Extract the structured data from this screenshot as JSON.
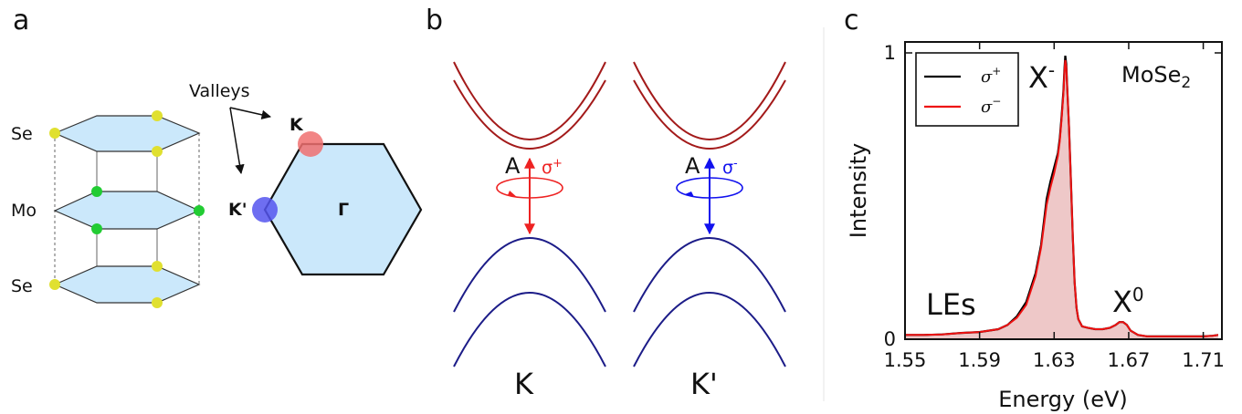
{
  "panels": {
    "a": {
      "label": "a",
      "atoms": [
        "Se",
        "Mo",
        "Se"
      ],
      "valleys_label": "Valleys",
      "k_label": "K",
      "kprime_label": "K'",
      "gamma_label": "Γ",
      "colors": {
        "plane_fill": "#cbe8fb",
        "se_atom": "#e0e030",
        "mo_atom": "#22cc33",
        "k_circle": "#f07070",
        "kprime_circle": "#5555ee"
      }
    },
    "b": {
      "label": "b",
      "valley_labels": [
        "K",
        "K'"
      ],
      "transition_label": "A",
      "sigma_plus": "σ",
      "sigma_plus_sup": "+",
      "sigma_minus": "σ",
      "sigma_minus_sup": "-",
      "colors": {
        "conduction_band": "#a31a1a",
        "valence_band": "#1c1c88",
        "sigma_plus": "#ee2222",
        "sigma_minus": "#1111ee"
      }
    },
    "c": {
      "label": "c",
      "material_text": "MoSe",
      "material_sub": "2",
      "peak_labels": {
        "trion": "X",
        "trion_sup": "-",
        "exciton": "X",
        "exciton_sup": "0",
        "localized": "LEs"
      }
    }
  },
  "chart_data": {
    "type": "line",
    "xlabel": "Energy (eV)",
    "ylabel": "Intensity",
    "xlim": [
      1.55,
      1.72
    ],
    "ylim": [
      0,
      1
    ],
    "xticks": [
      1.55,
      1.59,
      1.63,
      1.67,
      1.71
    ],
    "xtick_labels": [
      "1.55",
      "1.59",
      "1.63",
      "1.67",
      "1.71"
    ],
    "yticks": [
      0,
      1
    ],
    "ytick_labels": [
      "0",
      "1"
    ],
    "legend_placement": "top-left",
    "series": [
      {
        "name": "σ+",
        "legend_base": "σ",
        "legend_sup": "+",
        "color": "#000000",
        "x": [
          1.55,
          1.56,
          1.57,
          1.58,
          1.59,
          1.6,
          1.605,
          1.61,
          1.615,
          1.62,
          1.623,
          1.626,
          1.628,
          1.63,
          1.632,
          1.633,
          1.634,
          1.635,
          1.6355,
          1.636,
          1.6365,
          1.637,
          1.638,
          1.639,
          1.64,
          1.641,
          1.642,
          1.643,
          1.645,
          1.648,
          1.652,
          1.656,
          1.66,
          1.663,
          1.665,
          1.667,
          1.669,
          1.671,
          1.675,
          1.68,
          1.69,
          1.7,
          1.71,
          1.715,
          1.718
        ],
        "y": [
          0.015,
          0.015,
          0.017,
          0.022,
          0.025,
          0.035,
          0.05,
          0.08,
          0.13,
          0.23,
          0.33,
          0.49,
          0.55,
          0.6,
          0.65,
          0.7,
          0.78,
          0.87,
          0.94,
          0.99,
          0.96,
          0.88,
          0.74,
          0.55,
          0.36,
          0.2,
          0.11,
          0.07,
          0.045,
          0.04,
          0.035,
          0.035,
          0.04,
          0.05,
          0.06,
          0.06,
          0.05,
          0.03,
          0.015,
          0.01,
          0.01,
          0.01,
          0.01,
          0.012,
          0.015
        ]
      },
      {
        "name": "σ−",
        "legend_base": "σ",
        "legend_sup": "−",
        "color": "#ee1111",
        "x": [
          1.55,
          1.56,
          1.57,
          1.58,
          1.59,
          1.6,
          1.605,
          1.61,
          1.615,
          1.62,
          1.623,
          1.626,
          1.628,
          1.63,
          1.632,
          1.633,
          1.634,
          1.635,
          1.6355,
          1.636,
          1.6365,
          1.637,
          1.638,
          1.639,
          1.64,
          1.641,
          1.642,
          1.643,
          1.645,
          1.648,
          1.652,
          1.656,
          1.66,
          1.663,
          1.665,
          1.667,
          1.669,
          1.671,
          1.675,
          1.68,
          1.69,
          1.7,
          1.71,
          1.715,
          1.718
        ],
        "y": [
          0.015,
          0.015,
          0.017,
          0.022,
          0.025,
          0.035,
          0.05,
          0.075,
          0.12,
          0.22,
          0.32,
          0.47,
          0.53,
          0.58,
          0.64,
          0.69,
          0.77,
          0.86,
          0.93,
          0.975,
          0.95,
          0.88,
          0.74,
          0.55,
          0.36,
          0.2,
          0.11,
          0.07,
          0.045,
          0.04,
          0.035,
          0.035,
          0.04,
          0.05,
          0.06,
          0.06,
          0.05,
          0.03,
          0.015,
          0.01,
          0.01,
          0.01,
          0.01,
          0.012,
          0.015
        ]
      }
    ],
    "fill_under": "σ−",
    "fill_color": "#eec8c8"
  }
}
